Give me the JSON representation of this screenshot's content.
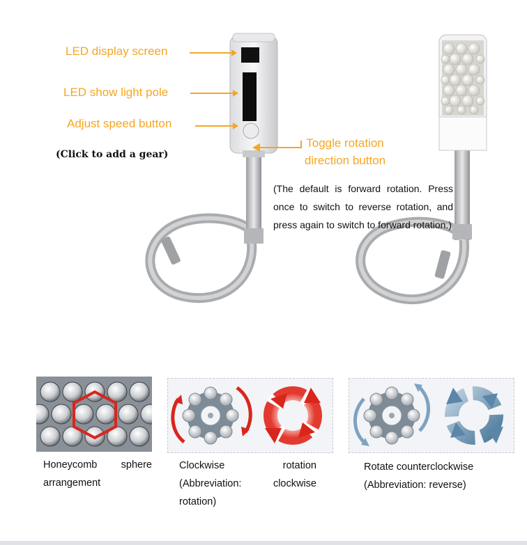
{
  "labels": {
    "led_display": "LED display screen",
    "led_pole": "LED show light pole",
    "adjust_speed": "Adjust speed button",
    "click_note": "(Click to add a gear)",
    "toggle_line1": "Toggle rotation",
    "toggle_line2": "direction button",
    "default_note": "(The default is forward rotation. Press once to switch to reverse rotation, and press again to switch to forward rotation.)"
  },
  "captions": {
    "honeycomb": "Honeycomb sphere arrangement",
    "clockwise": "Clockwise rotation (Abbreviation: clockwise rotation)",
    "counter": "Rotate counterclockwise (Abbreviation: reverse)"
  },
  "colors": {
    "accent": "#f5a623",
    "red_arrow": "#d9251c",
    "blue_arrow": "#5b86a8"
  }
}
